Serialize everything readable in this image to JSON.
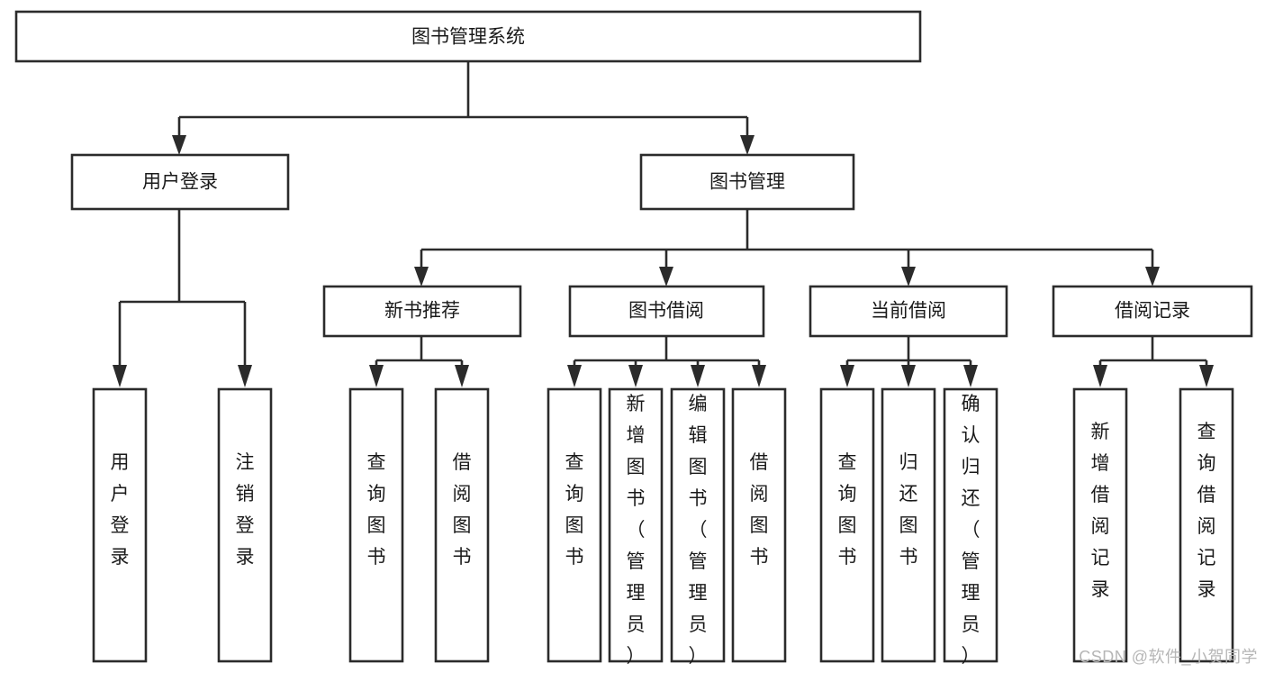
{
  "diagram": {
    "type": "hierarchy-tree",
    "title": "图书管理系统",
    "watermark": "CSDN @软件_小贺同学",
    "colors": {
      "background": "#ffffff",
      "stroke": "#2b2b2b",
      "text": "#1a1a1a",
      "watermark": "#b6b6b6"
    },
    "levels": {
      "root": {
        "label": "图书管理系统"
      },
      "level2": [
        {
          "id": "user-login",
          "label": "用户登录"
        },
        {
          "id": "book-management",
          "label": "图书管理"
        }
      ],
      "level3": [
        {
          "id": "new-book-recommend",
          "label": "新书推荐",
          "parent": "book-management"
        },
        {
          "id": "book-borrow",
          "label": "图书借阅",
          "parent": "book-management"
        },
        {
          "id": "current-borrow",
          "label": "当前借阅",
          "parent": "book-management"
        },
        {
          "id": "borrow-record",
          "label": "借阅记录",
          "parent": "book-management"
        }
      ],
      "leaves": [
        {
          "id": "leaf-user-login",
          "label": "用户登录",
          "parent": "user-login"
        },
        {
          "id": "leaf-logout",
          "label": "注销登录",
          "parent": "user-login"
        },
        {
          "id": "leaf-query-book-1",
          "label": "查询图书",
          "parent": "new-book-recommend"
        },
        {
          "id": "leaf-borrow-book-1",
          "label": "借阅图书",
          "parent": "new-book-recommend"
        },
        {
          "id": "leaf-query-book-2",
          "label": "查询图书",
          "parent": "book-borrow"
        },
        {
          "id": "leaf-add-book",
          "label": "新增图书（管理员）",
          "parent": "book-borrow"
        },
        {
          "id": "leaf-edit-book",
          "label": "编辑图书（管理员）",
          "parent": "book-borrow"
        },
        {
          "id": "leaf-borrow-book-2",
          "label": "借阅图书",
          "parent": "book-borrow"
        },
        {
          "id": "leaf-query-book-3",
          "label": "查询图书",
          "parent": "current-borrow"
        },
        {
          "id": "leaf-return-book",
          "label": "归还图书",
          "parent": "current-borrow"
        },
        {
          "id": "leaf-confirm-return",
          "label": "确认归还（管理员）",
          "parent": "current-borrow"
        },
        {
          "id": "leaf-add-record",
          "label": "新增借阅记录",
          "parent": "borrow-record"
        },
        {
          "id": "leaf-query-record",
          "label": "查询借阅记录",
          "parent": "borrow-record"
        }
      ]
    }
  }
}
